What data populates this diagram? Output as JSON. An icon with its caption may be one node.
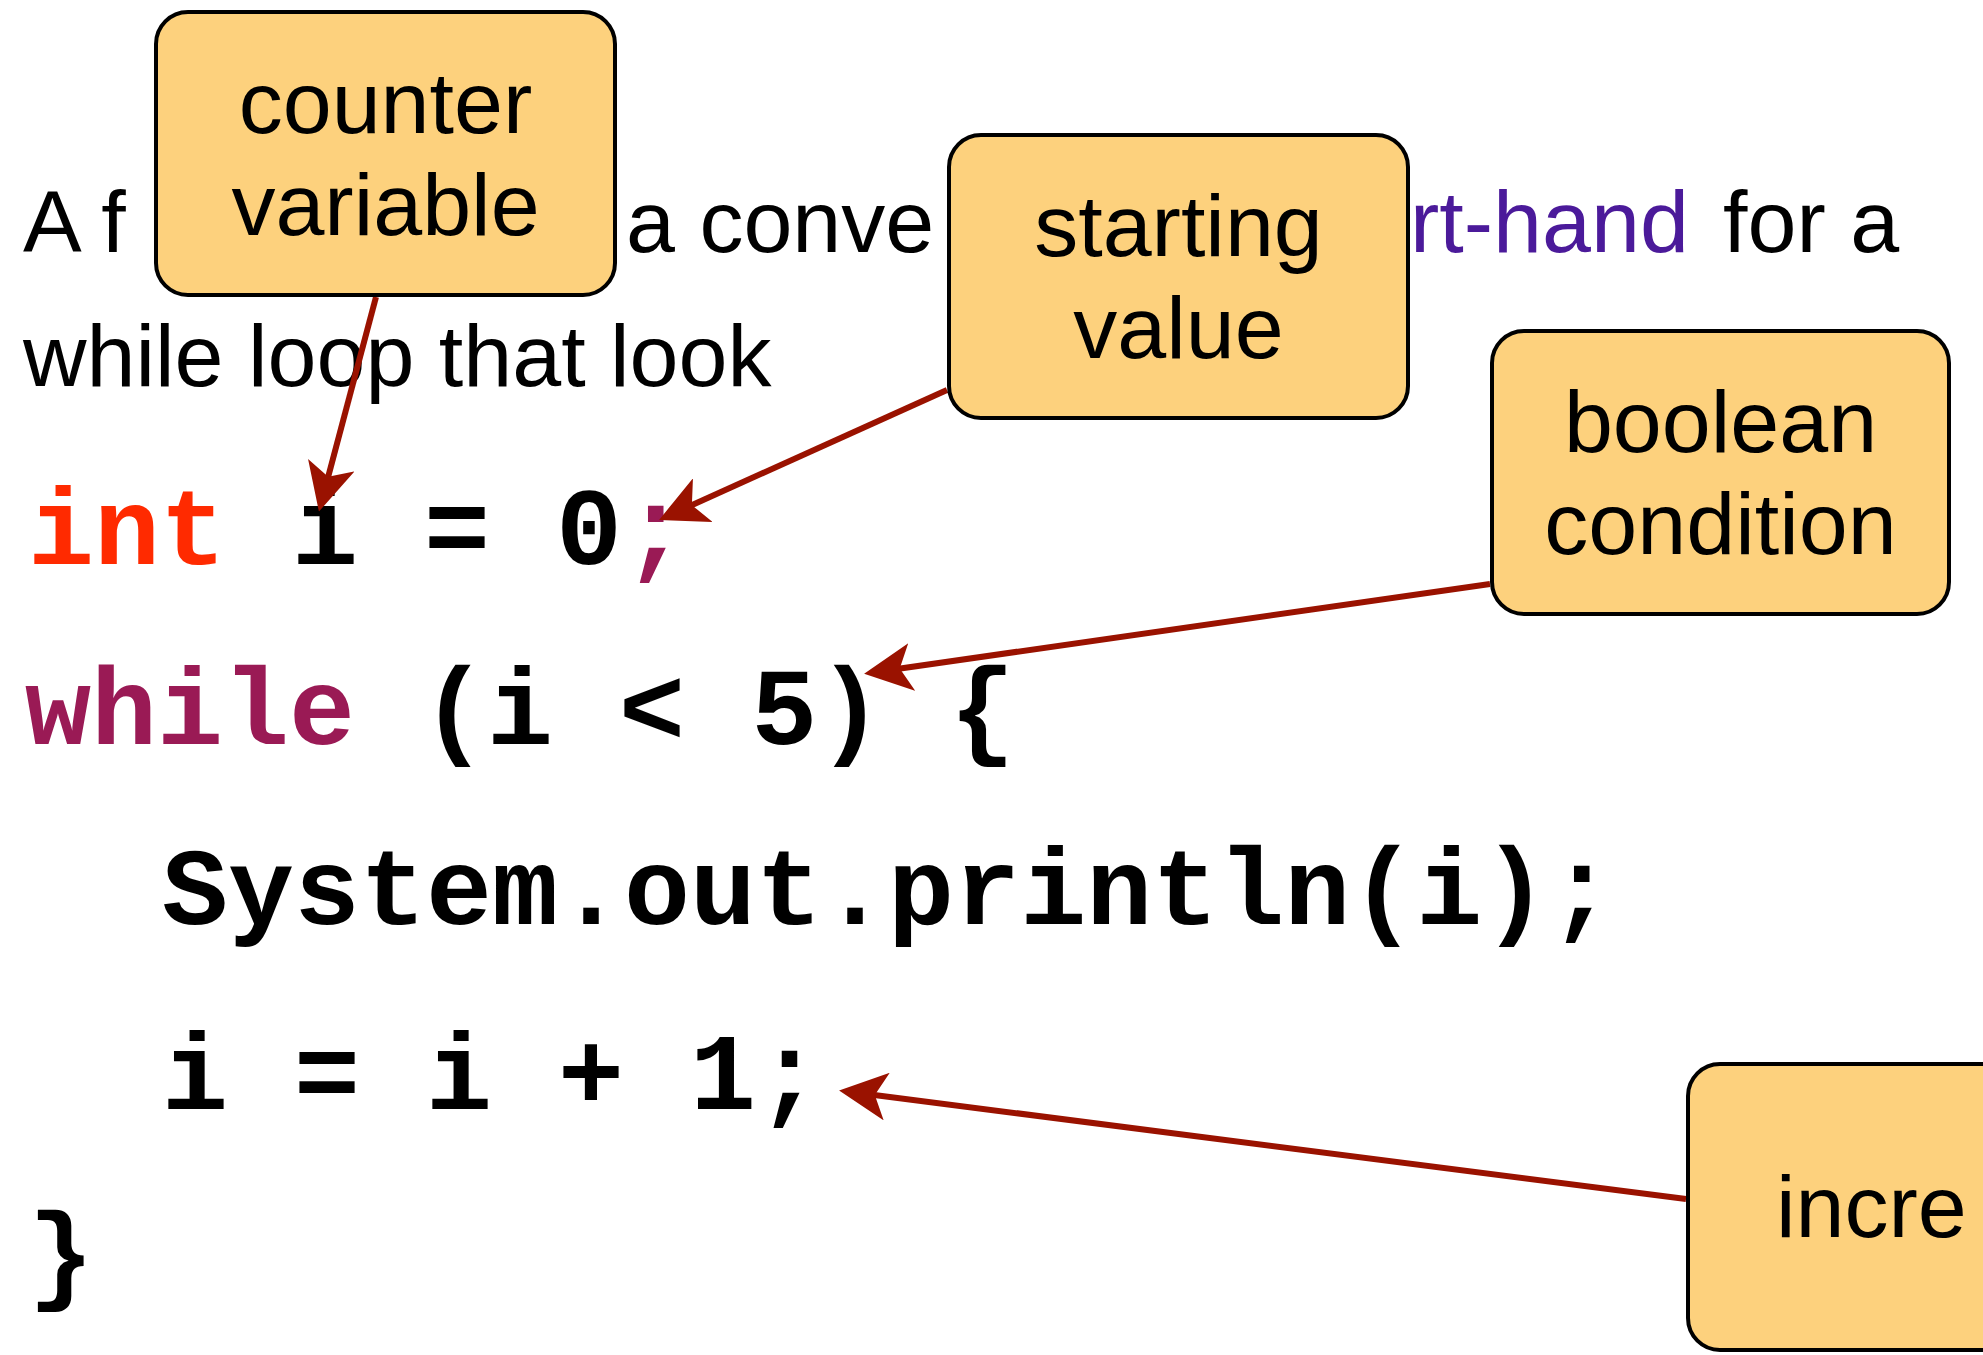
{
  "diagram": {
    "nodes": [
      {
        "text": [
          "counter variable"
        ]
      },
      {
        "text": [
          "starting value"
        ]
      },
      {
        "text": [
          "boolean condition"
        ]
      },
      {
        "text": [
          "int i = 0;"
        ]
      },
      {
        "text": [
          "while (i < 5) {"
        ]
      },
      {
        "text": [
          "i = i + 1;"
        ]
      },
      {
        "text": [
          "incre"
        ]
      }
    ],
    "edges": [
      {
        "from": 0,
        "to": 3,
        "arrow": "to"
      },
      {
        "from": 1,
        "to": 3,
        "arrow": "to"
      },
      {
        "from": 2,
        "to": 4,
        "arrow": "to"
      },
      {
        "from": 6,
        "to": 5,
        "arrow": "to"
      }
    ],
    "labels": [
      "A f",
      "a conve",
      "rt-hand",
      "for a",
      "while loop that look",
      "System.out.println(i);",
      "}"
    ]
  }
}
